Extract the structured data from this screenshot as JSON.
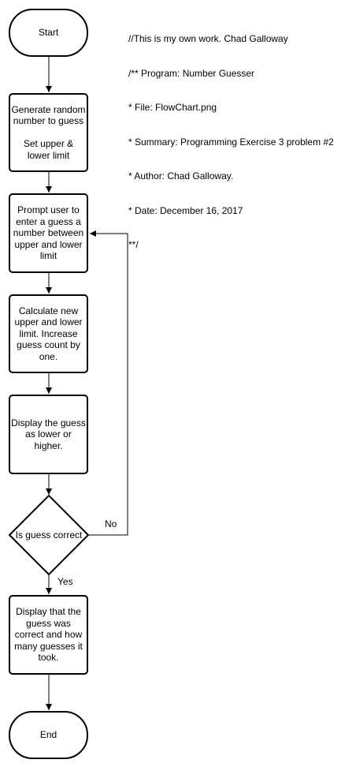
{
  "comment": {
    "lines": [
      "//This is my own work. Chad Galloway",
      "/** Program: Number Guesser",
      "* File: FlowChart.png",
      "* Summary: Programming Exercise 3 problem #2",
      "* Author: Chad Galloway.",
      "* Date: December 16, 2017",
      "**/"
    ]
  },
  "nodes": {
    "start": {
      "label": "Start"
    },
    "generate": {
      "lines": [
        "Generate random",
        "number to guess",
        "",
        "Set upper &",
        "lower limit"
      ]
    },
    "prompt": {
      "lines": [
        "Prompt user to",
        "enter a guess a",
        "number between",
        "upper and lower",
        "limit"
      ]
    },
    "calculate": {
      "lines": [
        "Calculate new",
        "upper and lower",
        "limit. Increase",
        "guess count by",
        "one."
      ]
    },
    "display_guess": {
      "lines": [
        "Display the guess",
        "as lower or",
        "higher."
      ]
    },
    "decision": {
      "label": "Is guess correct"
    },
    "display_result": {
      "lines": [
        "Display that the",
        "guess was",
        "correct and how",
        "many guesses it",
        "took."
      ]
    },
    "end": {
      "label": "End"
    }
  },
  "edges": {
    "no_label": "No",
    "yes_label": "Yes"
  }
}
